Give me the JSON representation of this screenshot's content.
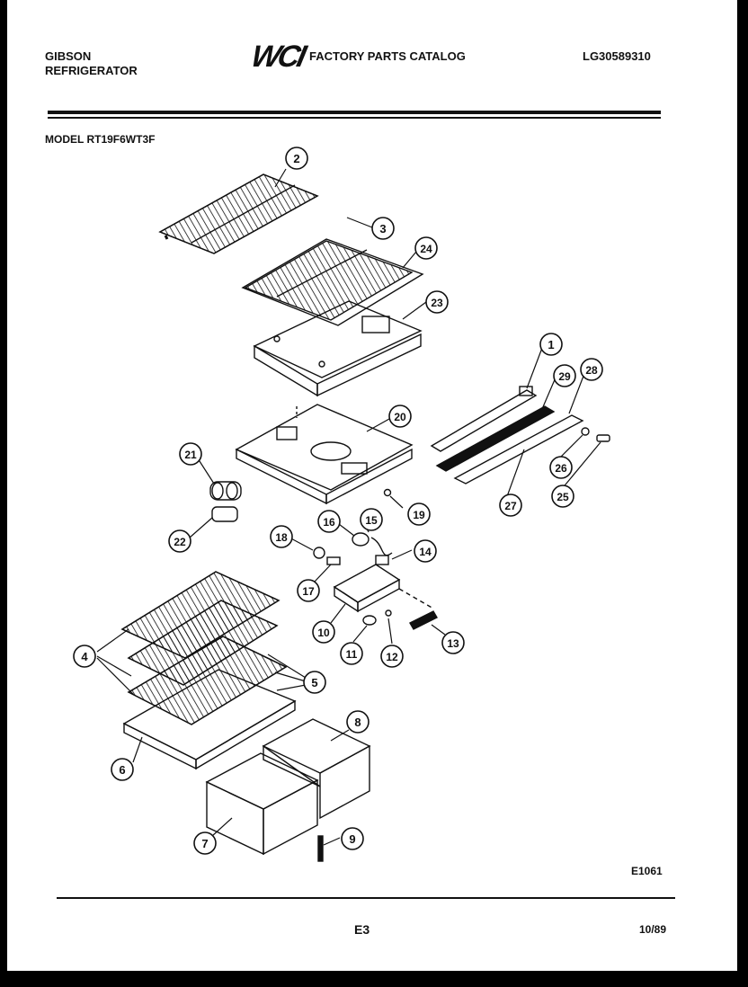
{
  "header": {
    "brand_line1": "GIBSON",
    "brand_line2": "REFRIGERATOR",
    "logo": "WCI",
    "catalog_title": "FACTORY PARTS CATALOG",
    "catalog_number": "LG30589310",
    "model": "MODEL RT19F6WT3F"
  },
  "diagram": {
    "callouts": [
      "1",
      "2",
      "3",
      "4",
      "5",
      "6",
      "7",
      "8",
      "9",
      "10",
      "11",
      "12",
      "13",
      "14",
      "15",
      "16",
      "17",
      "18",
      "19",
      "20",
      "21",
      "22",
      "23",
      "24",
      "25",
      "26",
      "27",
      "28",
      "29"
    ]
  },
  "footer": {
    "diagram_id": "E1061",
    "page_number": "E3",
    "date": "10/89"
  },
  "colors": {
    "ink": "#111111",
    "paper": "#ffffff",
    "border": "#000000"
  }
}
